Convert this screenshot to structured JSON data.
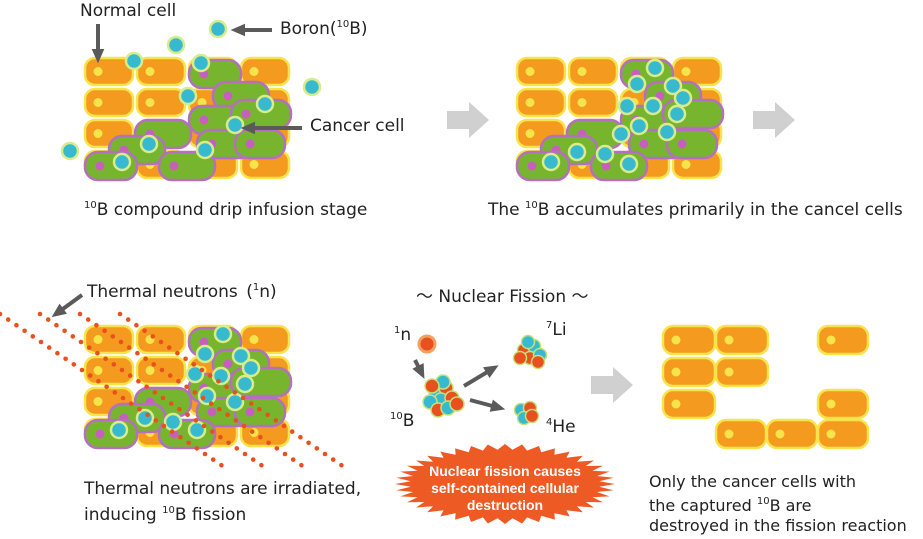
{
  "labels": {
    "normal_cell": "Normal cell",
    "boron": "Boron",
    "boron_paren_open": "(",
    "boron_sup": "10",
    "boron_paren_close": "B)",
    "cancer_cell": "Cancer cell",
    "stage1_sup": "10",
    "stage1_caption": "B compound drip infusion stage",
    "stage2_prefix": "The ",
    "stage2_sup": "10",
    "stage2_caption": "B  accumulates primarily in the cancel cells",
    "thermal_neutrons": "Thermal neutrons (",
    "thermal_sup": "1",
    "thermal_close": "n)",
    "nuclear_fission_title": "～ Nuclear Fission ～",
    "n_sup": "1",
    "n_label": "n",
    "li_sup": "7",
    "li_label": "Li",
    "b_sup": "10",
    "b_label": "B",
    "he_sup": "4",
    "he_label": "He",
    "burst_line1": "Nuclear fission causes",
    "burst_line2": "self-contained cellular",
    "burst_line3": "destruction",
    "stage3_line1": "Thermal neutrons are irradiated,",
    "stage3_line2_a": "inducing ",
    "stage3_sup": "10",
    "stage3_line2_b": "B  fission",
    "stage4_line1": "Only the cancer cells with",
    "stage4_line2_a": "the captured ",
    "stage4_sup": "10",
    "stage4_line2_b": "B  are",
    "stage4_line3": "destroyed in the fission reaction"
  },
  "colors": {
    "normal_fill": "#f39a1f",
    "normal_stroke": "#f7e34a",
    "cancer_fill": "#77b52f",
    "cancer_stroke": "#b56fbf",
    "nucleus_normal": "#f7e34a",
    "nucleus_cancer": "#c85fc0",
    "boron_fill": "#37b9cf",
    "boron_stroke": "#d7ec8a",
    "arrow_gray": "#d0d0d0",
    "pointer_gray": "#5a5a5a",
    "neutron": "#e8501e",
    "burst": "#ee5a24"
  }
}
